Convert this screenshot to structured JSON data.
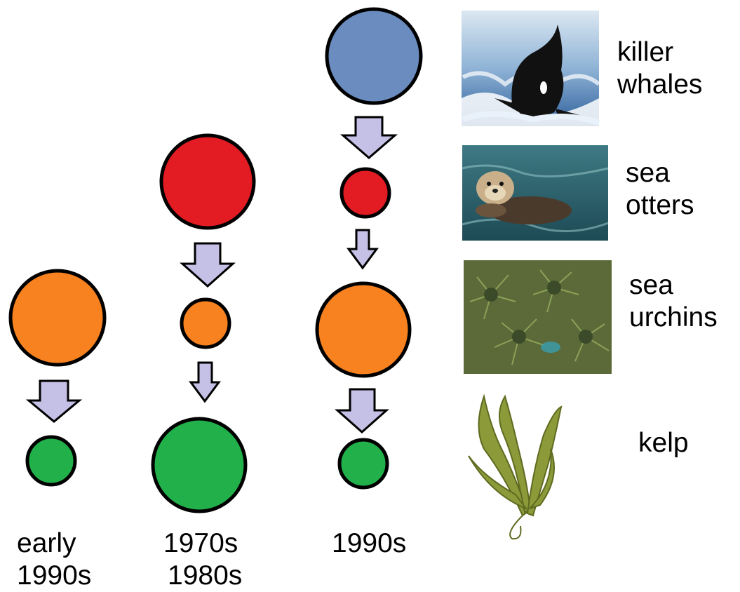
{
  "species": [
    {
      "key": "killer_whales",
      "line1": "killer",
      "line2": "whales",
      "color": "#6a8cbf",
      "icon": "killer-whale-photo"
    },
    {
      "key": "sea_otters",
      "line1": "sea",
      "line2": "otters",
      "color": "#e31b23",
      "icon": "sea-otter-photo"
    },
    {
      "key": "sea_urchins",
      "line1": "sea",
      "line2": "urchins",
      "color": "#f7821f",
      "icon": "sea-urchin-photo"
    },
    {
      "key": "kelp",
      "line1": "kelp",
      "line2": "",
      "color": "#22b04a",
      "icon": "kelp-photo"
    }
  ],
  "periods": [
    {
      "line1": "early",
      "line2": "1990s"
    },
    {
      "line1": "1970s",
      "line2": "1980s"
    },
    {
      "line1": "1990s",
      "line2": ""
    }
  ],
  "colors": {
    "arrow_fill": "#c4c0e6",
    "outline": "#000000"
  }
}
